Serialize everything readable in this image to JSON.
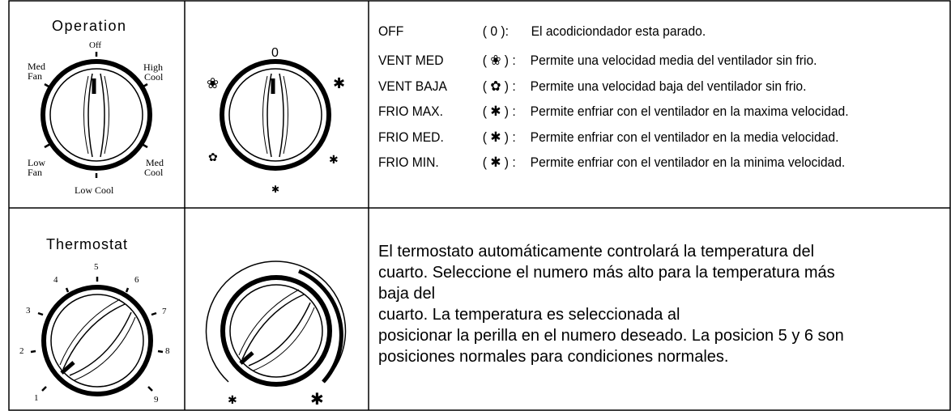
{
  "operation": {
    "title": "Operation",
    "labels": {
      "off": "Off",
      "high_cool": [
        "High",
        "Cool"
      ],
      "med_fan": [
        "Med",
        "Fan"
      ],
      "low_fan": [
        "Low",
        "Fan"
      ],
      "med_cool": [
        "Med",
        "Cool"
      ],
      "low_cool": "Low Cool"
    },
    "mid_dial_zero": "0",
    "modes": [
      {
        "name": "OFF",
        "symbol": "( 0 ):",
        "desc": "El acodiciondador esta parado."
      },
      {
        "name": "VENT MED",
        "symbol": "( ❀ ) :",
        "desc": "Permite una velocidad media del ventilador sin frio."
      },
      {
        "name": "VENT BAJA",
        "symbol": "( ✿ ) :",
        "desc": "Permite una velocidad baja del ventilador sin frio."
      },
      {
        "name": "FRIO MAX.",
        "symbol": "( ✱ ) :",
        "desc": "Permite enfriar con el ventilador en la maxima velocidad."
      },
      {
        "name": "FRIO MED.",
        "symbol": "( ✱ ) :",
        "desc": "Permite enfriar con el ventilador en la media velocidad."
      },
      {
        "name": "FRIO MIN.",
        "symbol": "( ✱ ) :",
        "desc": "Permite enfriar con el ventilador en la minima velocidad."
      }
    ]
  },
  "thermostat": {
    "title": "Thermostat",
    "numbers": [
      "1",
      "2",
      "3",
      "4",
      "5",
      "6",
      "7",
      "8",
      "9"
    ],
    "description_lines": [
      "El termostato automáticamente controlará la temperatura del",
      "cuarto. Seleccione el numero más alto para la temperatura más",
      "baja del",
      "cuarto. La temperatura es seleccionada al",
      "posicionar la perilla en el numero deseado. La posicion 5 y 6 son",
      "posiciones normales para condiciones normales."
    ]
  }
}
